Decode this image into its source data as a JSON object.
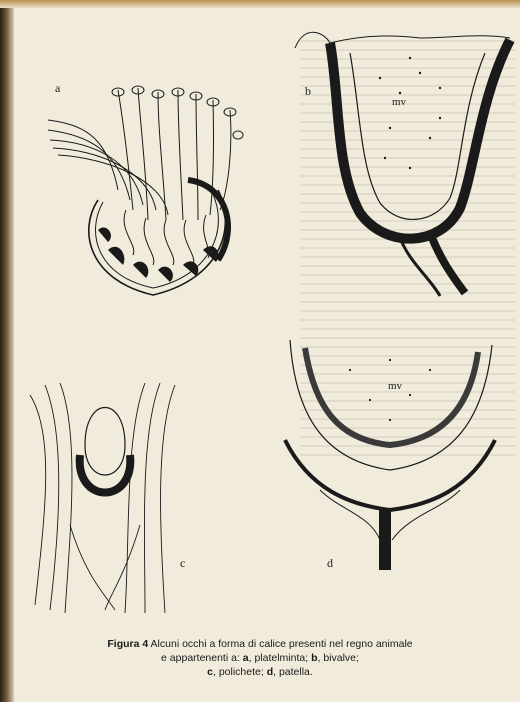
{
  "figure": {
    "panel_labels": {
      "a": "a",
      "b": "b",
      "c": "c",
      "d": "d"
    },
    "mv_b": "mv",
    "mv_d": "mv"
  },
  "caption": {
    "label": "Figura 4",
    "line1_text": " Alcuni occhi a forma di calice presenti nel regno animale",
    "line2_pre": "e appartenenti a: ",
    "a_letter": "a",
    "a_name": ", platelminta; ",
    "b_letter": "b",
    "b_name": ", bivalve;",
    "c_letter": "c",
    "c_name": ", polichete; ",
    "d_letter": "d",
    "d_name": ", patella."
  }
}
